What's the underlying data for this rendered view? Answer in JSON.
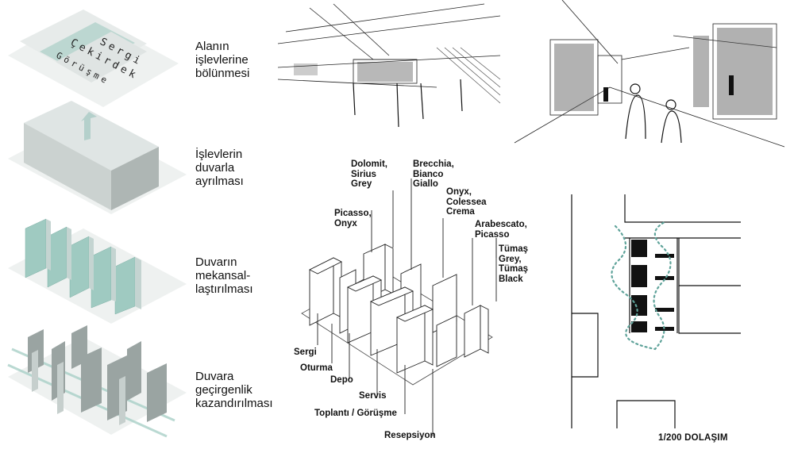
{
  "steps": [
    {
      "label": "Alanın\nişlevlerine\nbölünmesi"
    },
    {
      "label": "İşlevlerin\nduvarla\nayrılması"
    },
    {
      "label": "Duvarın\nmekansal-\nlaştırılması"
    },
    {
      "label": "Duvara\ngeçirgenlik\nkazandırılması"
    }
  ],
  "strip_labels": [
    "Sergi",
    "Çekirdek",
    "Görüşme"
  ],
  "materials": [
    {
      "label": "Dolomit,\nSirius\nGrey"
    },
    {
      "label": "Brecchia,\nBianco\nGiallo"
    },
    {
      "label": "Picasso,\nOnyx"
    },
    {
      "label": "Onyx,\nColessea\nCrema"
    },
    {
      "label": "Arabescato,\nPicasso"
    },
    {
      "label": "Tümaş\nGrey,\nTümaş\nBlack"
    }
  ],
  "zones": [
    {
      "label": "Sergi"
    },
    {
      "label": "Oturma"
    },
    {
      "label": "Depo"
    },
    {
      "label": "Servis"
    },
    {
      "label": "Toplantı / Görüşme"
    },
    {
      "label": "Resepsiyon"
    }
  ],
  "plan": {
    "scale_label": "1/200 DOLAŞIM"
  },
  "colors": {
    "teal": "#8fbfb6",
    "grey_light": "#e3e8e7",
    "grey_mid": "#c9d0ce",
    "ink": "#111111",
    "path": "#5fa39a"
  }
}
